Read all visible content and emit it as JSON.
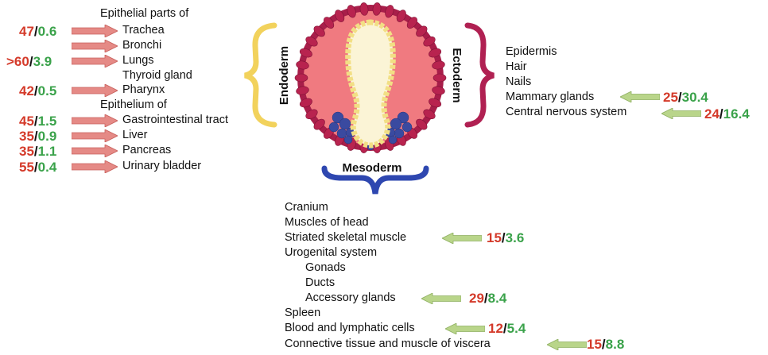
{
  "colors": {
    "red_value": "#d43a2a",
    "green_value": "#3aa24a",
    "red_arrow": "#e58a86",
    "green_arrow": "#b9d58a",
    "endoderm_brace": "#f2d25c",
    "ectoderm_brace": "#b02052",
    "mesoderm_brace": "#2e47b0",
    "embryo_fill": "#f07a80",
    "embryo_border": "#a81e4a",
    "tube_fill": "#fbf4d6",
    "tube_border": "#f2df84",
    "mesoderm_cells": "#3a4aa0"
  },
  "germ_layers": {
    "endoderm": "Endoderm",
    "ectoderm": "Ectoderm",
    "mesoderm": "Mesoderm"
  },
  "endoderm": {
    "header1": "Epithelial parts of",
    "header2": "Epithelium of",
    "items": [
      {
        "label": "Trachea",
        "red": "47",
        "green": "0.6"
      },
      {
        "label": "Bronchi",
        "red": "",
        "green": ""
      },
      {
        "label": "Lungs",
        "red": ">60",
        "green": "3.9"
      },
      {
        "label": "Thyroid gland",
        "red": "",
        "green": ""
      },
      {
        "label": "Pharynx",
        "red": "42",
        "green": "0.5"
      },
      {
        "label": "Gastrointestinal tract",
        "red": "45",
        "green": "1.5"
      },
      {
        "label": "Liver",
        "red": "35",
        "green": "0.9"
      },
      {
        "label": "Pancreas",
        "red": "35",
        "green": "1.1"
      },
      {
        "label": "Urinary bladder",
        "red": "55",
        "green": "0.4"
      }
    ]
  },
  "ectoderm": {
    "items": [
      {
        "label": "Epidermis",
        "red": "",
        "green": ""
      },
      {
        "label": "Hair",
        "red": "",
        "green": ""
      },
      {
        "label": "Nails",
        "red": "",
        "green": ""
      },
      {
        "label": "Mammary glands",
        "red": "25",
        "green": "30.4"
      },
      {
        "label": "Central nervous system",
        "red": "24",
        "green": "16.4"
      }
    ]
  },
  "mesoderm": {
    "items": [
      {
        "label": "Cranium",
        "red": "",
        "green": ""
      },
      {
        "label": "Muscles of head",
        "red": "",
        "green": ""
      },
      {
        "label": "Striated skeletal muscle",
        "red": "15",
        "green": "3.6"
      },
      {
        "label": "Urogenital system",
        "red": "",
        "green": ""
      },
      {
        "label": "Gonads",
        "red": "",
        "green": ""
      },
      {
        "label": "Ducts",
        "red": "",
        "green": ""
      },
      {
        "label": "Accessory glands",
        "red": "29",
        "green": "8.4"
      },
      {
        "label": "Spleen",
        "red": "",
        "green": ""
      },
      {
        "label": "Blood and lymphatic cells",
        "red": "12",
        "green": "5.4"
      },
      {
        "label": "Connective tissue and muscle of viscera",
        "red": "15",
        "green": "8.8"
      }
    ]
  }
}
